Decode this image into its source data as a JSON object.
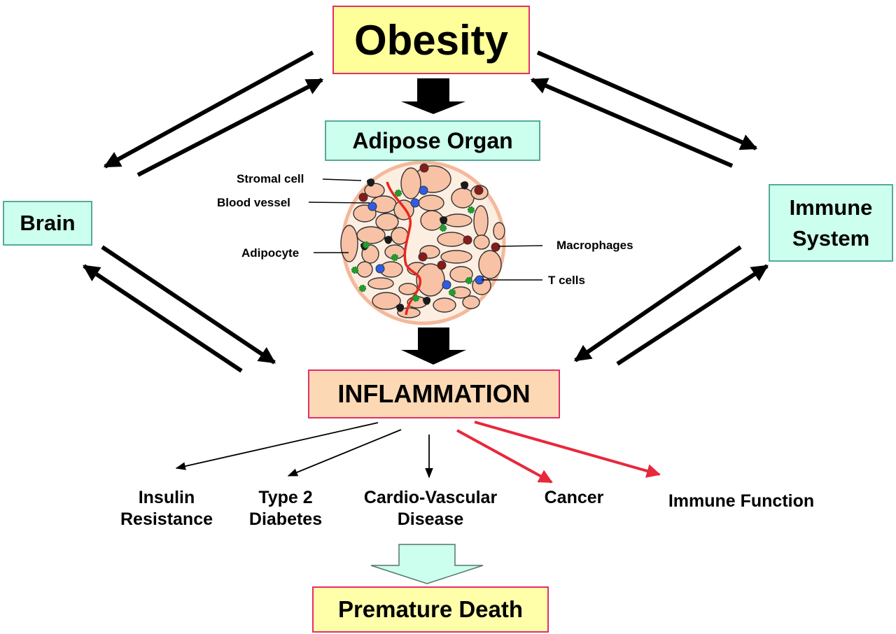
{
  "nodes": {
    "obesity": "Obesity",
    "adipose_organ": "Adipose Organ",
    "brain": "Brain",
    "immune_system": "Immune\nSystem",
    "inflammation": "INFLAMMATION",
    "premature_death": "Premature Death"
  },
  "tissue_labels": {
    "stromal_cell": "Stromal cell",
    "blood_vessel": "Blood vessel",
    "adipocyte": "Adipocyte",
    "macrophages": "Macrophages",
    "t_cells": "T cells"
  },
  "outcomes": {
    "insulin_resistance": "Insulin\nResistance",
    "type2_diabetes": "Type 2\nDiabetes",
    "cardiovascular_disease": "Cardio-Vascular\nDisease",
    "cancer": "Cancer",
    "immune_function": "Immune Function"
  },
  "colors": {
    "obesity_fill": "#ffff99",
    "cyan_fill": "#ccffee",
    "inflammation_fill": "#fcd9b4",
    "adipocyte_fill": "#f8c2a6",
    "blood_vessel": "#e8281e",
    "macrophage": "#8a1a1a",
    "t_cell": "#2e5ce6",
    "stromal": "#1a1a1a",
    "red_arrow": "#e8283c"
  }
}
